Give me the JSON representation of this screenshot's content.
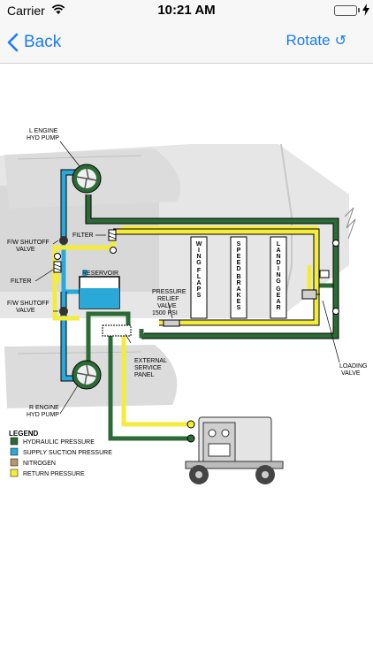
{
  "status_bar": {
    "carrier": "Carrier",
    "time": "10:21 AM"
  },
  "nav": {
    "back_label": "Back",
    "rotate_label": "Rotate"
  },
  "diagram": {
    "labels": {
      "l_engine_1": "L ENGINE",
      "l_engine_2": "HYD PUMP",
      "filter_top": "FILTER",
      "fw_shutoff_top_1": "F/W SHUTOFF",
      "fw_shutoff_top_2": "VALVE",
      "filter_left": "FILTER",
      "reservoir": "RESERVOIR",
      "fw_shutoff_bottom_1": "F/W SHUTOFF",
      "fw_shutoff_bottom_2": "VALVE",
      "relief_1": "PRESSURE",
      "relief_2": "RELIEF",
      "relief_3": "VALVE",
      "relief_4": "1500 PSI",
      "external_1": "EXTERNAL",
      "external_2": "SERVICE",
      "external_3": "PANEL",
      "r_engine_1": "R ENGINE",
      "r_engine_2": "HYD PUMP",
      "loading_1": "LOADING",
      "loading_2": "VALVE",
      "wing_flaps": "WING FLAPS",
      "speed_brakes": "SPEED BRAKES",
      "landing_gear": "LANDING GEAR"
    },
    "legend": {
      "title": "LEGEND",
      "items": [
        {
          "label": "HYDRAULIC PRESSURE",
          "color": "#2c6b35"
        },
        {
          "label": "SUPPLY SUCTION PRESSURE",
          "color": "#2aa8d8"
        },
        {
          "label": "NITROGEN",
          "color": "#b8976a"
        },
        {
          "label": "RETURN PRESSURE",
          "color": "#f4ec3c"
        }
      ]
    }
  }
}
